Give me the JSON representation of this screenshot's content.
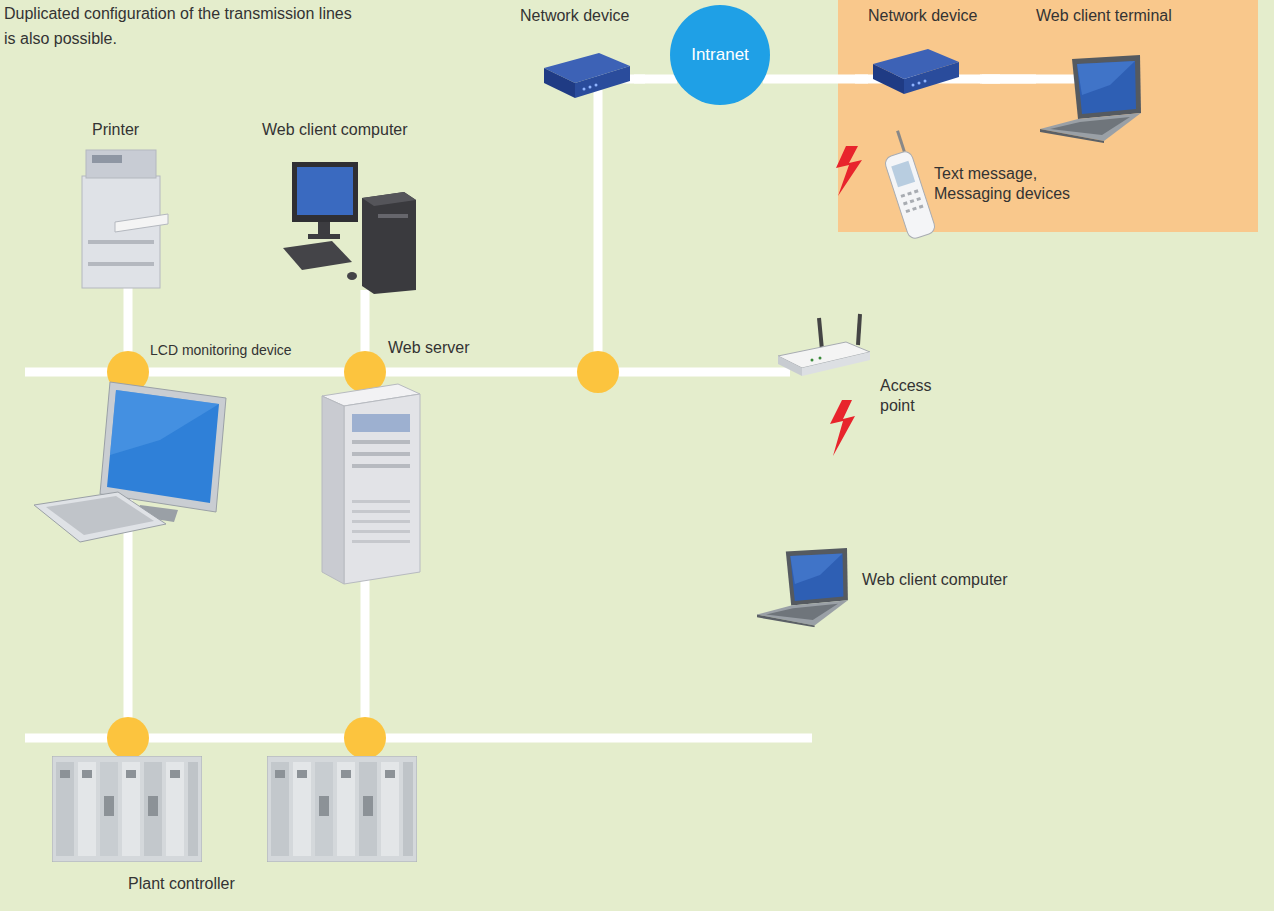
{
  "diagram": {
    "nodes": [
      {
        "text": [
          "Network device"
        ]
      },
      {
        "text": [
          "Intranet"
        ]
      },
      {
        "text": [
          "Network device"
        ]
      },
      {
        "text": [
          "Web client terminal"
        ]
      }
    ],
    "edges": [
      {
        "from": 0,
        "to": 1,
        "arrow": "none"
      },
      {
        "from": 1,
        "to": 2,
        "arrow": "none"
      },
      {
        "from": 2,
        "to": 3,
        "arrow": "none"
      }
    ],
    "labels": [
      "Duplicated configuration of the transmission lines is also possible.",
      "Printer",
      "Web client computer",
      "LCD monitoring device",
      "Web server",
      "Access point",
      "Web client computer",
      "Text message, Messaging devices",
      "Plant controller"
    ]
  }
}
